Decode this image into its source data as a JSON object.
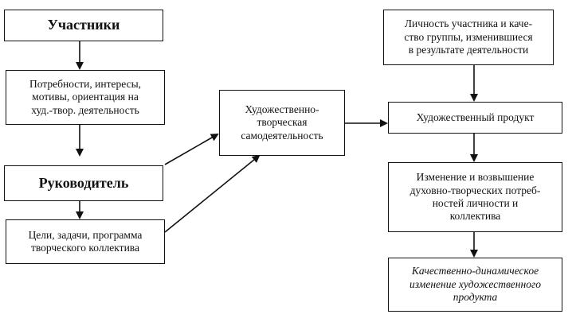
{
  "diagram": {
    "participants": "Участники",
    "needs": "Потребности, интересы,\nмотивы, ориентация на\nхуд.-твор. деятельность",
    "leader": "Руководитель",
    "goals": "Цели, задачи, программа\nтворческого коллектива",
    "creative": "Художественно-\nтворческая\nсамодеятельность",
    "personality": "Личность участника и каче-\nство группы, изменившиеся\nв результате деятельности",
    "product": "Художественный продукт",
    "growth": "Изменение и возвышение\nдуховно-творческих потреб-\nностей личности и\nколлектива",
    "quality": "Качественно-динамическое\nизменение художественного\nпродукта"
  }
}
